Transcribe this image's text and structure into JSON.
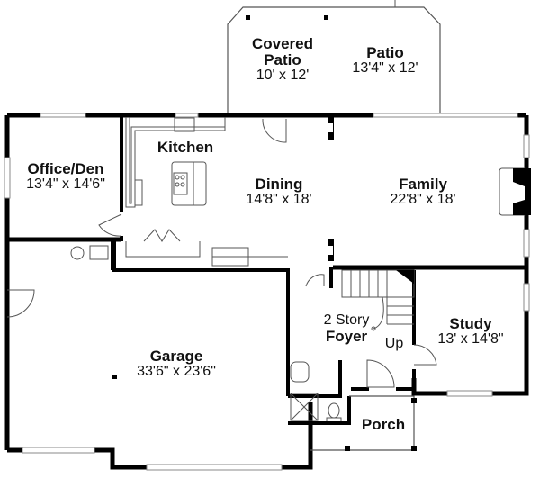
{
  "plan": {
    "type": "floor plan",
    "colors": {
      "wall": "#000000",
      "thin_line": "#555555",
      "window": "#9a9a9a",
      "background": "#ffffff"
    }
  },
  "rooms": {
    "covered_patio": {
      "name_line1": "Covered",
      "name_line2": "Patio",
      "dim": "10' x 12'"
    },
    "patio": {
      "name": "Patio",
      "dim": "13'4\" x 12'"
    },
    "kitchen": {
      "name": "Kitchen"
    },
    "office": {
      "name": "Office/Den",
      "dim": "13'4\" x 14'6\""
    },
    "dining": {
      "name": "Dining",
      "dim": "14'8\" x 18'"
    },
    "family": {
      "name": "Family",
      "dim": "22'8\" x 18'"
    },
    "foyer": {
      "name_line1": "2 Story",
      "name_line2": "Foyer",
      "stair_label": "Up"
    },
    "study": {
      "name": "Study",
      "dim": "13' x 14'8\""
    },
    "garage": {
      "name": "Garage",
      "dim": "33'6\" x 23'6\""
    },
    "porch": {
      "name": "Porch"
    }
  }
}
